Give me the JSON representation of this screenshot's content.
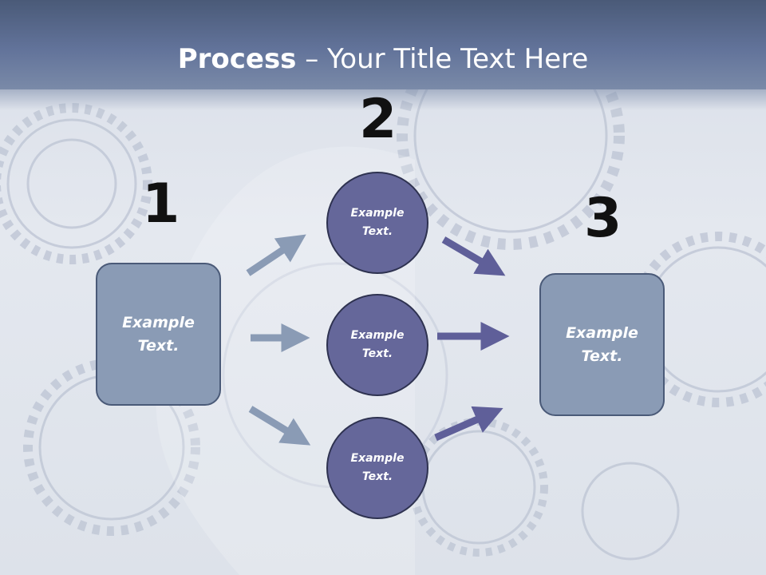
{
  "title": {
    "bold": "Process",
    "rest": " – Your Title Text Here"
  },
  "steps": [
    {
      "number": "1",
      "text_line1": "Example",
      "text_line2": "Text."
    },
    {
      "number": "2"
    },
    {
      "number": "3",
      "text_line1": "Example",
      "text_line2": "Text."
    }
  ],
  "circles": [
    {
      "text_line1": "Example",
      "text_line2": "Text."
    },
    {
      "text_line1": "Example",
      "text_line2": "Text."
    },
    {
      "text_line1": "Example",
      "text_line2": "Text."
    }
  ],
  "colors": {
    "box_fill": "#8a9bb5",
    "circle_fill": "#65679a",
    "left_arrow": "#8a9bb5",
    "right_arrow": "#5f5f99"
  }
}
